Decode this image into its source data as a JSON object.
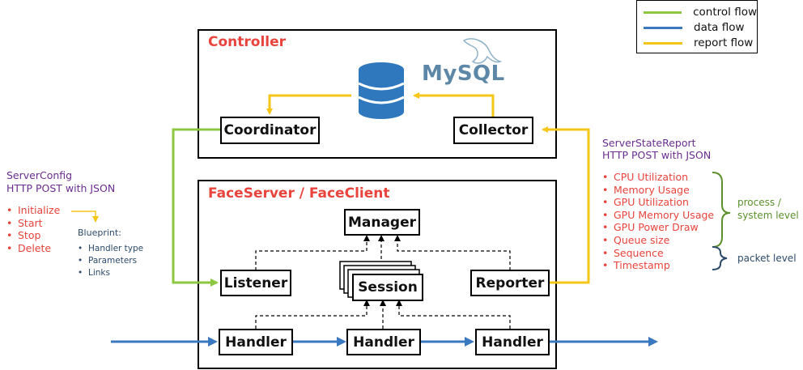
{
  "legend": {
    "items": [
      {
        "label": "control flow",
        "color": "#8dc63f"
      },
      {
        "label": "data flow",
        "color": "#3a78c0"
      },
      {
        "label": "report flow",
        "color": "#f5c518"
      }
    ]
  },
  "controller": {
    "title": "Controller",
    "db_icon": "database-icon",
    "mysql_logo": "MySQL",
    "coordinator": "Coordinator",
    "collector": "Collector"
  },
  "faceserver": {
    "title": "FaceServer / FaceClient",
    "manager": "Manager",
    "listener": "Listener",
    "session": "Session",
    "reporter": "Reporter",
    "handler1": "Handler",
    "handler2": "Handler",
    "handler3": "Handler"
  },
  "server_config": {
    "title": "ServerConfig",
    "subtitle": "HTTP POST with JSON",
    "actions": [
      "Initialize",
      "Start",
      "Stop",
      "Delete"
    ],
    "blueprint_title": "Blueprint:",
    "blueprint_items": [
      "Handler type",
      "Parameters",
      "Links"
    ]
  },
  "server_state_report": {
    "title": "ServerStateReport",
    "subtitle": "HTTP POST with JSON",
    "metrics": [
      "CPU Utilization",
      "Memory Usage",
      "GPU Utilization",
      "GPU Memory Usage",
      "GPU Power Draw",
      "Queue size",
      "Sequence",
      "Timestamp"
    ],
    "process_level_line1": "process /",
    "process_level_line2": "system level",
    "packet_level": "packet level"
  },
  "colors": {
    "control": "#8dc63f",
    "data": "#3a78c0",
    "report": "#f5c518",
    "title_red": "#e8433c",
    "purple": "#6a2d8f",
    "brace_green": "#5b8f2c",
    "brace_blue": "#2b4a6a"
  }
}
